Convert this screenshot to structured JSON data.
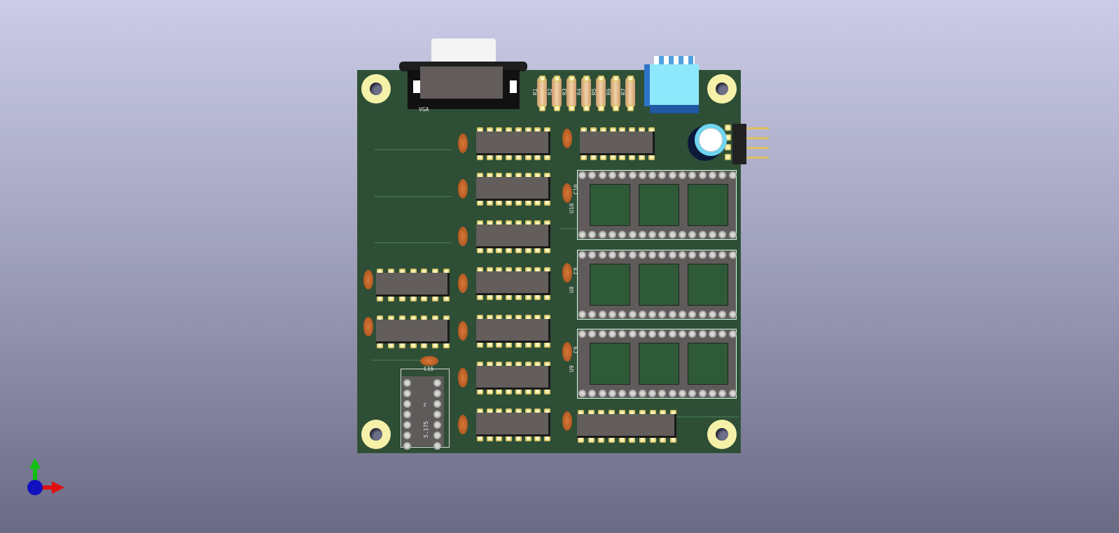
{
  "board": {
    "connector_label": "VGA",
    "resistors": [
      "R1",
      "R2",
      "R3",
      "R4",
      "R5",
      "R6",
      "R7"
    ],
    "socket_labels": [
      "U10",
      "U8",
      "U9"
    ],
    "socket_caps": [
      "C10",
      "C8",
      "C9"
    ],
    "cap_c15": "C15",
    "small_socket_text": "5.175",
    "small_socket_mark": "z"
  },
  "axes": {
    "x_color": "#e01010",
    "y_color": "#10c010",
    "z_color": "#1010c0"
  }
}
